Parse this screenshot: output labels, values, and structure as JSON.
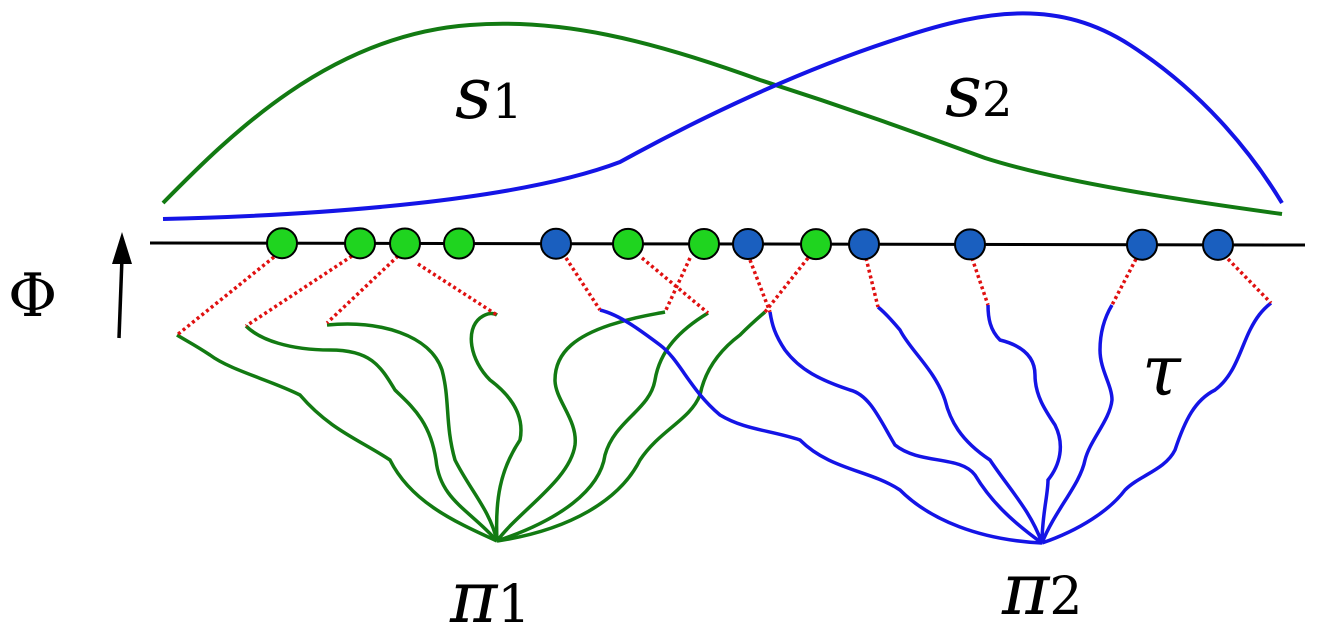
{
  "labels": {
    "density_1": {
      "symbol": "s",
      "index": "1"
    },
    "density_2": {
      "symbol": "s",
      "index": "2"
    },
    "policy_1": {
      "symbol": "π",
      "index": "1"
    },
    "policy_2": {
      "symbol": "π",
      "index": "2"
    },
    "trajectory": "τ",
    "feature_map": "Φ"
  },
  "colors": {
    "policy_1_curve": "#127a12",
    "policy_2_curve": "#1414e6",
    "policy_1_point": "#1fd41f",
    "policy_2_point": "#1a5fbf",
    "projection": "#e01010",
    "axis": "#000000"
  },
  "points": [
    {
      "policy": 1
    },
    {
      "policy": 1
    },
    {
      "policy": 1
    },
    {
      "policy": 1
    },
    {
      "policy": 2
    },
    {
      "policy": 1
    },
    {
      "policy": 1
    },
    {
      "policy": 2
    },
    {
      "policy": 1
    },
    {
      "policy": 2
    },
    {
      "policy": 2
    },
    {
      "policy": 2
    },
    {
      "policy": 2
    }
  ]
}
